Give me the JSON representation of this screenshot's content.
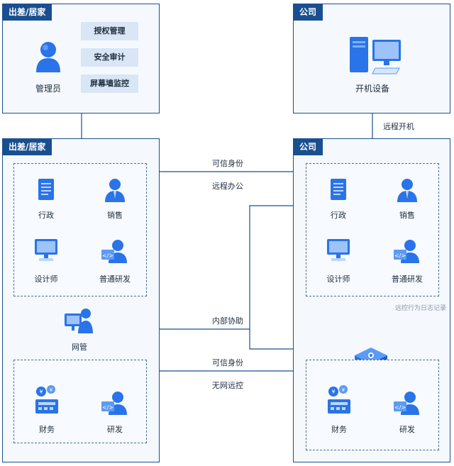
{
  "top_left": {
    "tag": "出差/居家",
    "admin_label": "管理员",
    "features": [
      "授权管理",
      "安全审计",
      "屏幕墙监控"
    ]
  },
  "top_right": {
    "tag": "公司",
    "device_label": "开机设备"
  },
  "bottom_left": {
    "tag": "出差/居家",
    "roles": [
      "行政",
      "销售",
      "设计师",
      "普通研发"
    ],
    "netadmin_label": "网管",
    "finance_roles": [
      "财务",
      "研发"
    ]
  },
  "bottom_right": {
    "tag": "公司",
    "roles": [
      "行政",
      "销售",
      "设计师",
      "普通研发"
    ],
    "note": "远控行为日志记录",
    "finance_roles": [
      "财务",
      "研发"
    ]
  },
  "connections": {
    "remote_boot": "远程开机",
    "trusted_identity_1": "可信身份",
    "remote_office": "远程办公",
    "internal_assist": "内部协助",
    "trusted_identity_2": "可信身份",
    "offline_remote": "无网远控"
  },
  "colors": {
    "primary": "#1a4f8f",
    "icon": "#2a73e8",
    "panel_bg": "#f5f9fd",
    "feature_bg": "#d9e6f5"
  }
}
